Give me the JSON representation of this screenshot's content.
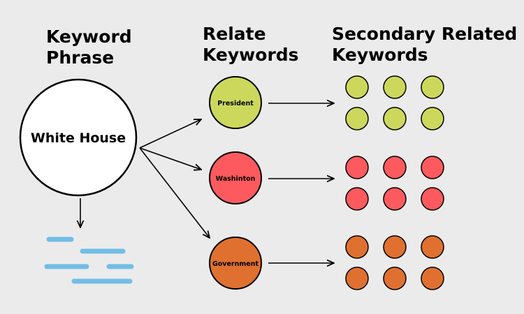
{
  "headings": {
    "keyword": [
      "Keyword",
      "Phrase"
    ],
    "related": [
      "Relate",
      "Keywords"
    ],
    "secondary": [
      "Secondary Related",
      "Keywords"
    ]
  },
  "main_keyword": "White House",
  "related_keywords": [
    {
      "label": "President",
      "color": "#ccd85c"
    },
    {
      "label": "Washinton",
      "color": "#fc5a5e"
    },
    {
      "label": "Government",
      "color": "#e07030"
    }
  ],
  "secondary_grid": {
    "rows_per_keyword": 2,
    "cols": 3
  },
  "text_placeholder_color": "#72bde6",
  "arrow_color": "#000000",
  "outline_color": "#000000"
}
